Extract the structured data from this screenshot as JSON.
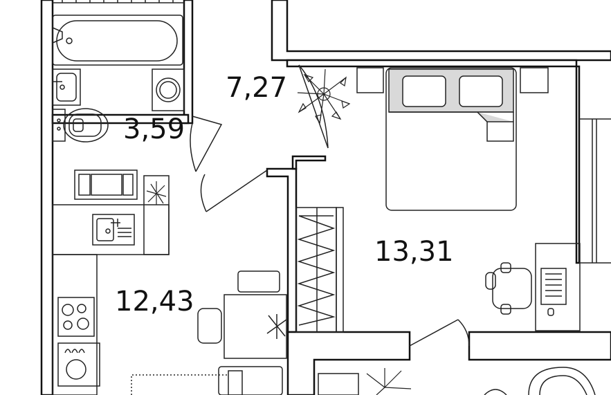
{
  "plan": {
    "rooms": [
      {
        "id": "bathroom",
        "area": "3,59"
      },
      {
        "id": "hallway",
        "area": "7,27"
      },
      {
        "id": "kitchen-living",
        "area": "12,43"
      },
      {
        "id": "bedroom",
        "area": "13,31"
      }
    ]
  },
  "colors": {
    "wall": "#111111",
    "furniture_stroke": "#222222",
    "furniture_fill": "#ffffff",
    "bedding_fill": "#d9d9d9"
  }
}
